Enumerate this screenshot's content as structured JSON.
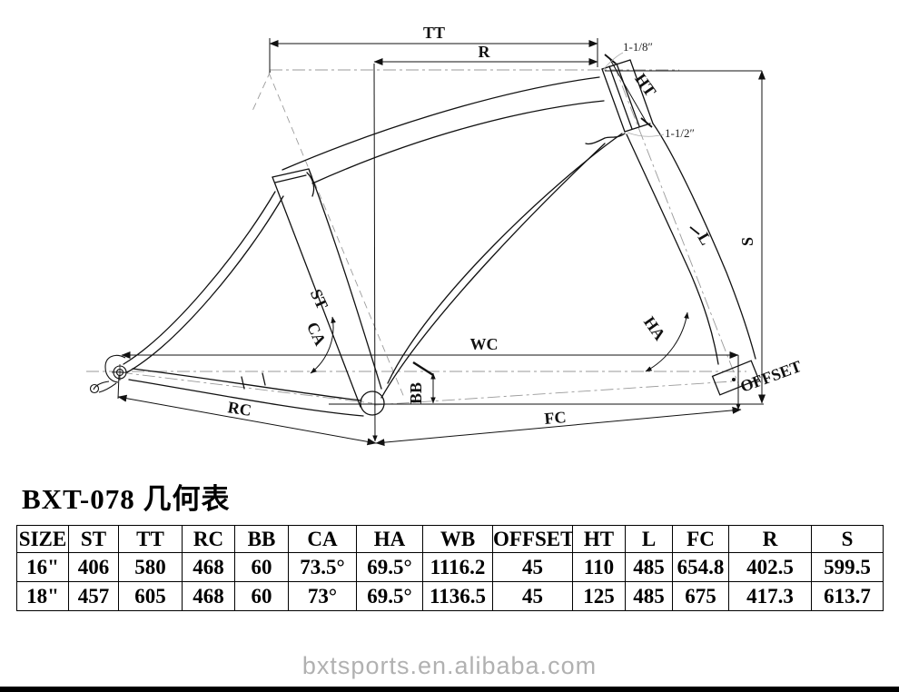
{
  "title": "BXT-078 几何表",
  "watermark": {
    "text": "bxtsports.en.alibaba.com"
  },
  "diagram": {
    "labels": {
      "tt": "TT",
      "r": "R",
      "ht": "HT",
      "head_top_size": "1-1/8″",
      "head_bottom_size": "1-1/2″",
      "st": "ST",
      "ca": "CA",
      "wc": "WC",
      "bb": "BB",
      "rc": "RC",
      "fc": "FC",
      "ha": "HA",
      "l": "L",
      "s": "S",
      "offset": "OFFSET"
    }
  },
  "table": {
    "headers": [
      "SIZE",
      "ST",
      "TT",
      "RC",
      "BB",
      "CA",
      "HA",
      "WB",
      "OFFSET",
      "HT",
      "L",
      "FC",
      "R",
      "S"
    ],
    "rows": [
      [
        "16\"",
        "406",
        "580",
        "468",
        "60",
        "73.5°",
        "69.5°",
        "1116.2",
        "45",
        "110",
        "485",
        "654.8",
        "402.5",
        "599.5"
      ],
      [
        "18\"",
        "457",
        "605",
        "468",
        "60",
        "73°",
        "69.5°",
        "1136.5",
        "45",
        "125",
        "485",
        "675",
        "417.3",
        "613.7"
      ]
    ]
  }
}
